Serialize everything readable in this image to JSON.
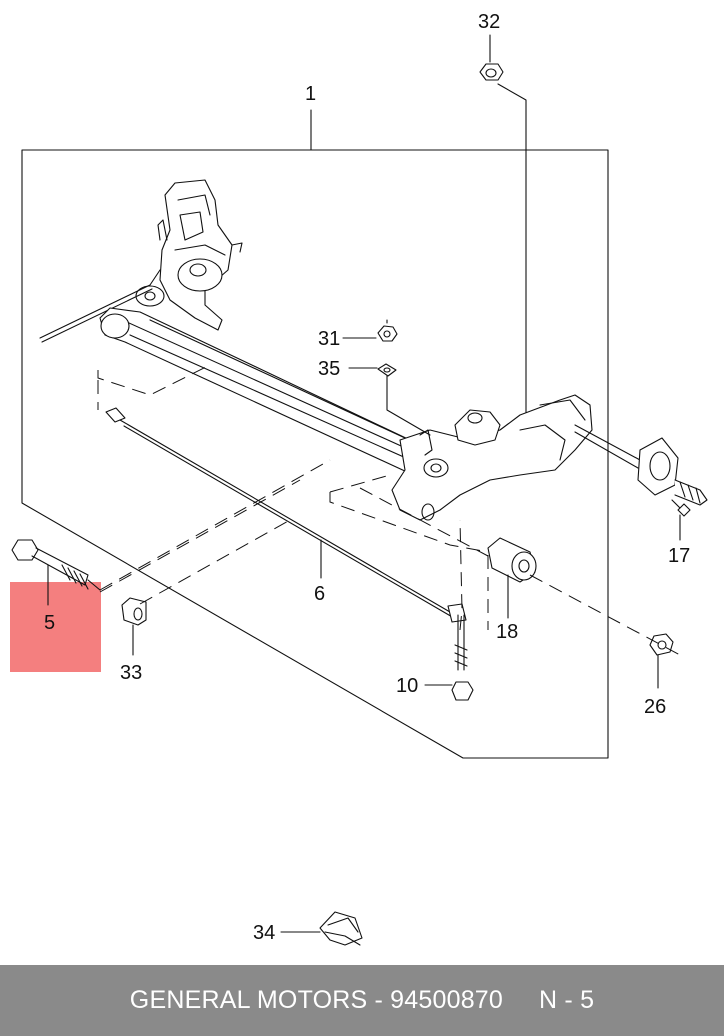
{
  "callouts": {
    "c1": "1",
    "c32": "32",
    "c31": "31",
    "c35": "35",
    "c17": "17",
    "c5": "5",
    "c6": "6",
    "c18": "18",
    "c33": "33",
    "c10": "10",
    "c26": "26",
    "c34": "34"
  },
  "footer": {
    "maker_part": "GENERAL MOTORS - 94500870",
    "ref": "N - 5"
  },
  "colors": {
    "highlight": "#f47f7f",
    "footer_bg": "#8a8a8a",
    "line": "#111111"
  }
}
